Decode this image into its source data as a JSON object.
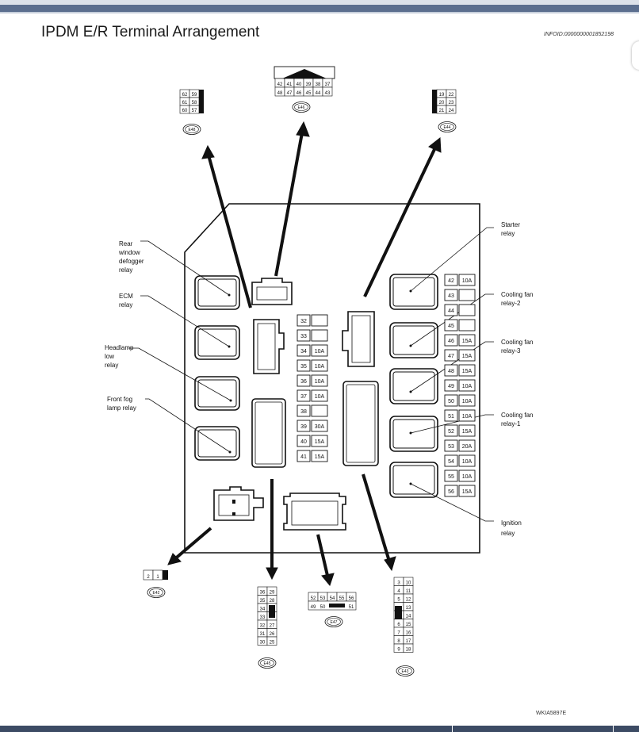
{
  "header": {
    "title": "IPDM E/R Terminal Arrangement",
    "info_id": "INFOID:0000000001852198"
  },
  "footer": {
    "figure_id": "WKIA5897E"
  },
  "relay_labels": {
    "rear_window_defogger": [
      "Rear",
      "window",
      "defogger",
      "relay"
    ],
    "ecm": [
      "ECM",
      "relay"
    ],
    "headlamp_low": [
      "Headlamp",
      "low",
      "relay"
    ],
    "front_fog_lamp": [
      "Front fog",
      "lamp relay"
    ],
    "starter": [
      "Starter",
      "relay"
    ],
    "cooling_fan_2": [
      "Cooling fan",
      "relay-2"
    ],
    "cooling_fan_3": [
      "Cooling fan",
      "relay-3"
    ],
    "cooling_fan_1": [
      "Cooling fan",
      "relay-1"
    ],
    "ignition": [
      "Ignition",
      "relay"
    ]
  },
  "fuses_left": [
    {
      "num": "32",
      "amp": ""
    },
    {
      "num": "33",
      "amp": ""
    },
    {
      "num": "34",
      "amp": "10A"
    },
    {
      "num": "35",
      "amp": "10A"
    },
    {
      "num": "36",
      "amp": "10A"
    },
    {
      "num": "37",
      "amp": "10A"
    },
    {
      "num": "38",
      "amp": ""
    },
    {
      "num": "39",
      "amp": "30A"
    },
    {
      "num": "40",
      "amp": "15A"
    },
    {
      "num": "41",
      "amp": "15A"
    }
  ],
  "fuses_right": [
    {
      "num": "42",
      "amp": "10A"
    },
    {
      "num": "43",
      "amp": ""
    },
    {
      "num": "44",
      "amp": ""
    },
    {
      "num": "45",
      "amp": ""
    },
    {
      "num": "46",
      "amp": "15A"
    },
    {
      "num": "47",
      "amp": "15A"
    },
    {
      "num": "48",
      "amp": "15A"
    },
    {
      "num": "49",
      "amp": "10A"
    },
    {
      "num": "50",
      "amp": "10A"
    },
    {
      "num": "51",
      "amp": "10A"
    },
    {
      "num": "52",
      "amp": "15A"
    },
    {
      "num": "53",
      "amp": "20A"
    },
    {
      "num": "54",
      "amp": "10A"
    },
    {
      "num": "55",
      "amp": "10A"
    },
    {
      "num": "56",
      "amp": "15A"
    }
  ],
  "connectors": {
    "E48": {
      "label": "E48",
      "pins": [
        [
          "62",
          "59"
        ],
        [
          "61",
          "58"
        ],
        [
          "60",
          "57"
        ]
      ]
    },
    "E46": {
      "label": "E46",
      "pins": [
        [
          "42",
          "41",
          "40",
          "39",
          "38",
          "37"
        ],
        [
          "48",
          "47",
          "46",
          "45",
          "44",
          "43"
        ]
      ]
    },
    "E44": {
      "label": "E44",
      "pins": [
        [
          "19",
          "22"
        ],
        [
          "20",
          "23"
        ],
        [
          "21",
          "24"
        ]
      ]
    },
    "E42": {
      "label": "E42",
      "pins": [
        "2",
        "1"
      ]
    },
    "E45": {
      "label": "E45",
      "pins": [
        [
          "36",
          "29"
        ],
        [
          "35",
          "28"
        ],
        [
          "34",
          ""
        ],
        [
          "33",
          ""
        ],
        [
          "32",
          "27"
        ],
        [
          "31",
          "26"
        ],
        [
          "30",
          "25"
        ]
      ]
    },
    "E47": {
      "label": "E47",
      "row1": [
        "52",
        "53",
        "54",
        "55",
        "56"
      ],
      "row2": [
        "49",
        "50",
        "51"
      ]
    },
    "E43": {
      "label": "E43",
      "pins": [
        [
          "3",
          "10"
        ],
        [
          "4",
          "11"
        ],
        [
          "5",
          "12"
        ],
        [
          "",
          "13"
        ],
        [
          "",
          "14"
        ],
        [
          "6",
          "15"
        ],
        [
          "7",
          "16"
        ],
        [
          "8",
          "17"
        ],
        [
          "9",
          "18"
        ]
      ]
    }
  }
}
